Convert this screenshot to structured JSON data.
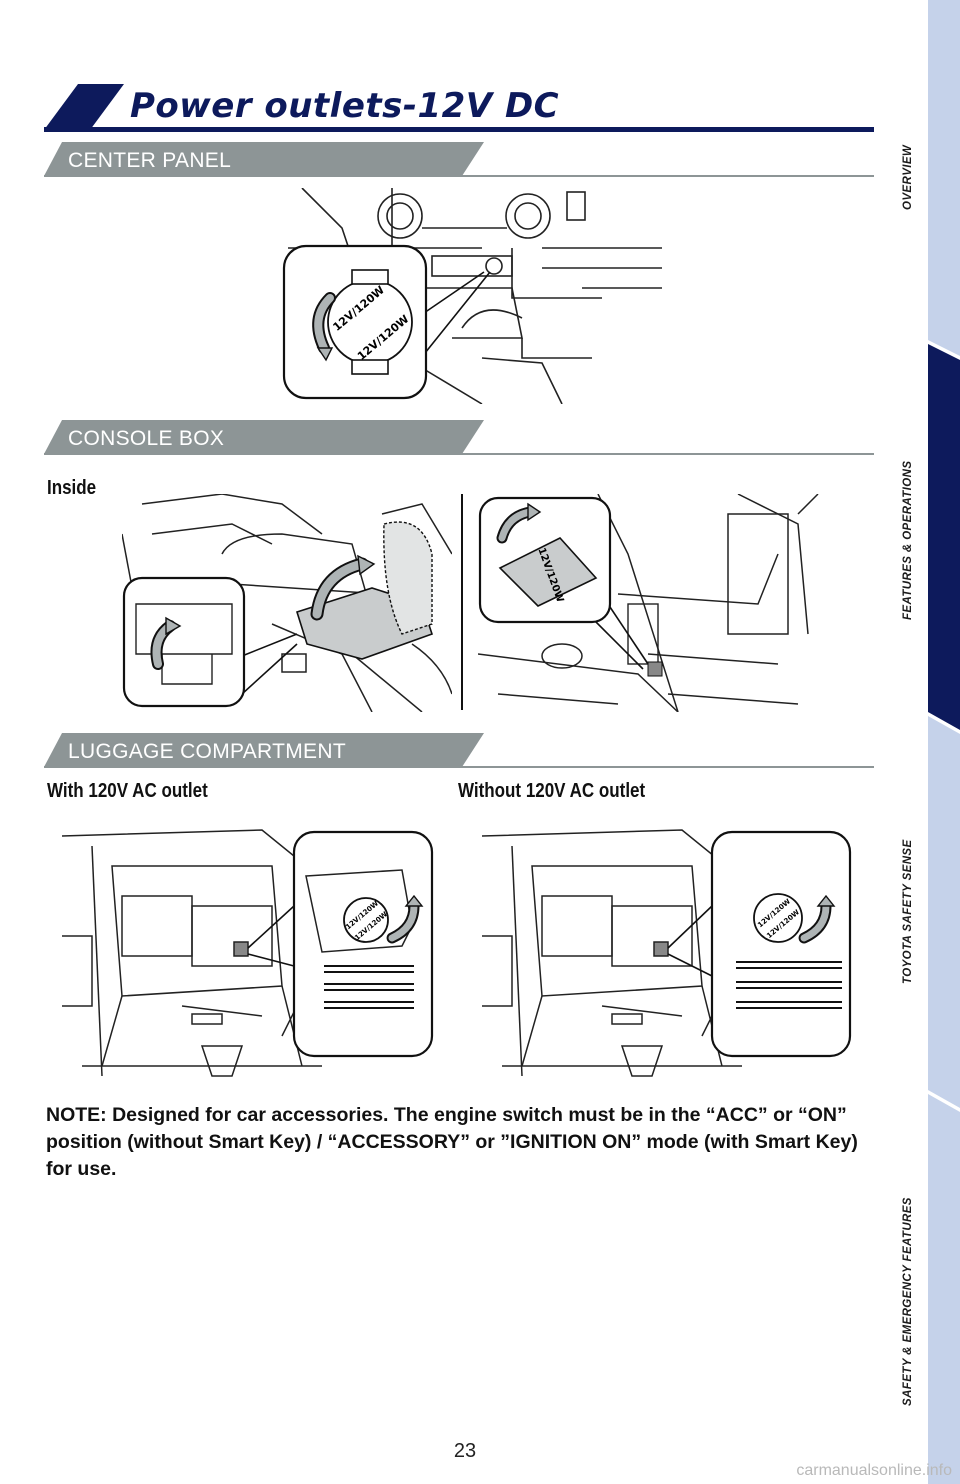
{
  "page": {
    "title": "Power outlets-12V DC",
    "page_number": "23",
    "watermark": "carmanualsonline.info"
  },
  "sections": {
    "center_panel": "CENTER PANEL",
    "console_box": "CONSOLE BOX",
    "luggage": "LUGGAGE COMPARTMENT"
  },
  "labels": {
    "inside": "Inside",
    "with_ac": "With 120V AC outlet",
    "without_ac": "Without 120V AC outlet"
  },
  "outlet_marking": "12V/120W",
  "note": "NOTE: Designed for car accessories. The engine switch must be in the “ACC” or “ON” position (without Smart Key) / “ACCESSORY” or ”IGNITION ON” mode (with Smart Key) for use.",
  "nav": {
    "items": [
      {
        "label": "OVERVIEW",
        "active": false
      },
      {
        "label": "FEATURES & OPERATIONS",
        "active": true
      },
      {
        "label": "TOYOTA SAFETY SENSE",
        "active": false
      },
      {
        "label": "SAFETY & EMERGENCY FEATURES",
        "active": false
      }
    ],
    "colors": {
      "inactive": "#c5d2ea",
      "active": "#0d1a5c"
    }
  },
  "colors": {
    "title": "#0d1a5c",
    "section_bar": "#8d9596",
    "accent_arrow": "#aeb4b5"
  }
}
